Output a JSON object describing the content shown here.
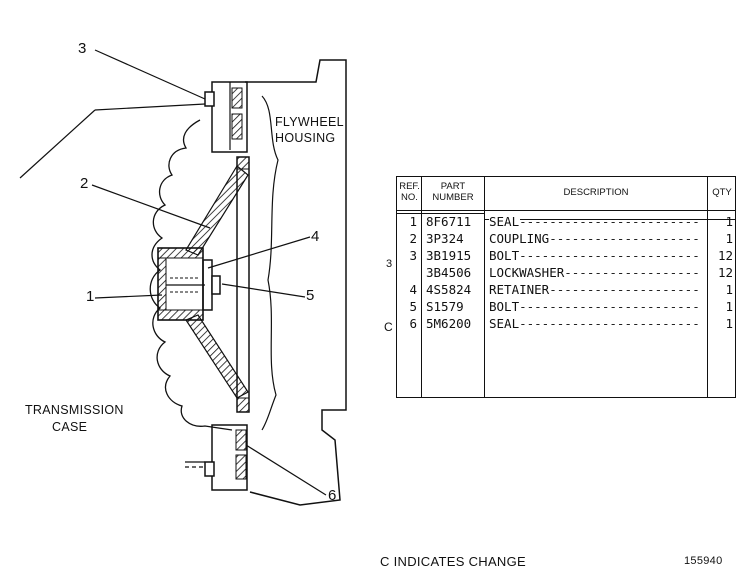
{
  "callouts": [
    "1",
    "2",
    "3",
    "4",
    "5",
    "6"
  ],
  "flywheel_label": [
    "FLYWHEEL",
    "HOUSING"
  ],
  "transmission_label": [
    "TRANSMISSION",
    "CASE"
  ],
  "table": {
    "headers": {
      "ref": [
        "REF.",
        "NO."
      ],
      "part": [
        "PART",
        "NUMBER"
      ],
      "desc": "DESCRIPTION",
      "qty": "QTY"
    },
    "rows": [
      {
        "ref": "1",
        "part": "8F6711",
        "desc": "SEAL",
        "qty": "1",
        "flag": ""
      },
      {
        "ref": "2",
        "part": "3P324",
        "desc": "COUPLING",
        "qty": "1",
        "flag": ""
      },
      {
        "ref": "3",
        "part": "3B1915",
        "desc": "BOLT",
        "qty": "12",
        "flag": ""
      },
      {
        "ref": "",
        "part": "3B4506",
        "desc": "LOCKWASHER",
        "qty": "12",
        "flag": ""
      },
      {
        "ref": "4",
        "part": "4S5824",
        "desc": "RETAINER",
        "qty": "1",
        "flag": ""
      },
      {
        "ref": "5",
        "part": "S1579",
        "desc": "BOLT",
        "qty": "1",
        "flag": ""
      },
      {
        "ref": "6",
        "part": "5M6200",
        "desc": "SEAL",
        "qty": "1",
        "flag": "C"
      }
    ]
  },
  "footer": {
    "change_note": "C INDICATES CHANGE",
    "figure_number": "155940"
  }
}
